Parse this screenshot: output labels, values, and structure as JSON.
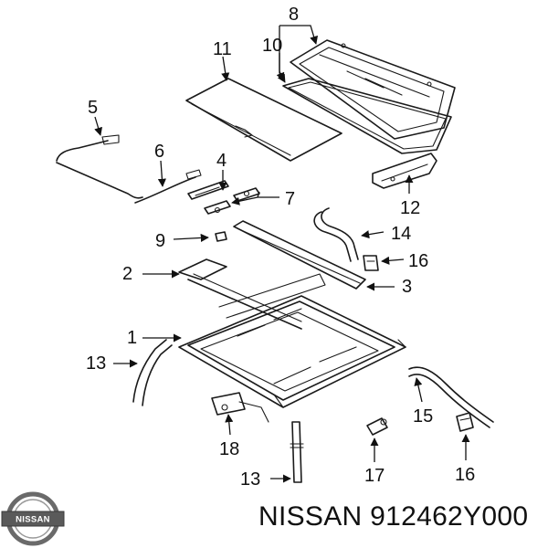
{
  "callouts": {
    "c8": "8",
    "c10": "10",
    "c11": "11",
    "c5": "5",
    "c6": "6",
    "c4": "4",
    "c7": "7",
    "c12": "12",
    "c14": "14",
    "c9": "9",
    "c16a": "16",
    "c2": "2",
    "c3": "3",
    "c1": "1",
    "c13a": "13",
    "c15": "15",
    "c18": "18",
    "c17": "17",
    "c16b": "16",
    "c13b": "13"
  },
  "logo": {
    "text": "NISSAN"
  },
  "caption": "NISSAN 912462Y000"
}
